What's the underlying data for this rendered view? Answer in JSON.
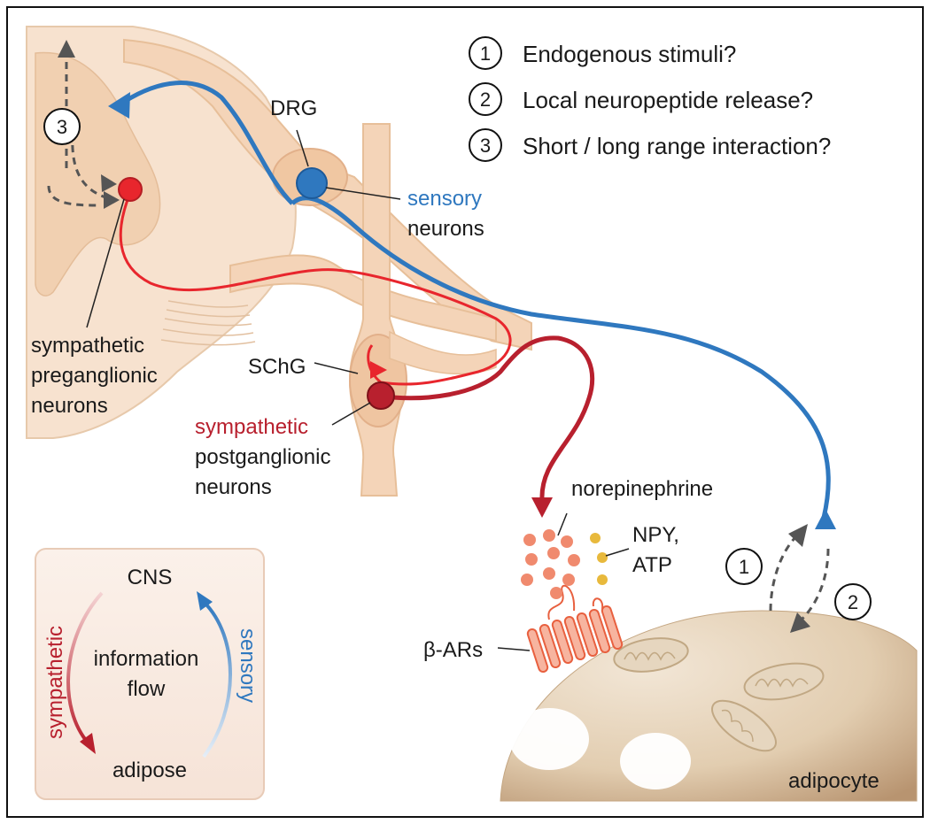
{
  "questions": [
    {
      "number": "1",
      "text": "Endogenous stimuli?"
    },
    {
      "number": "2",
      "text": "Local neuropeptide release?"
    },
    {
      "number": "3",
      "text": "Short / long range interaction?"
    }
  ],
  "labels": {
    "drg": "DRG",
    "sensory": "sensory",
    "neurons": "neurons",
    "preganglionic_1": "sympathetic",
    "preganglionic_2": "preganglionic",
    "preganglionic_3": "neurons",
    "schg": "SChG",
    "sympathetic": "sympathetic",
    "postganglionic_1": "postganglionic",
    "postganglionic_2": "neurons",
    "norepinephrine": "norepinephrine",
    "npy": "NPY,",
    "atp": "ATP",
    "beta_ars": "β-ARs",
    "adipocyte": "adipocyte"
  },
  "inset": {
    "top": "CNS",
    "bottom": "adipose",
    "center_1": "information",
    "center_2": "flow",
    "left": "sympathetic",
    "right": "sensory"
  },
  "colors": {
    "sensory": "#2f78bf",
    "sympathetic_post": "#b8202e",
    "sympathetic_pre": "#e8262d",
    "tissue": "#f5dcc4",
    "adipocyte": "#d9c2a4",
    "norepinephrine": "#f08a6e",
    "npy": "#e8b93c"
  }
}
